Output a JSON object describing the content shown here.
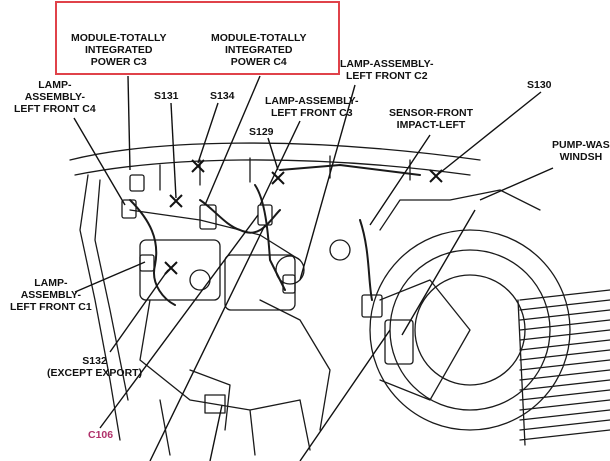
{
  "diagram": {
    "highlight_color": "#e0424a",
    "labels": {
      "module_c3": "MODULE-TOTALLY\nINTEGRATED\nPOWER C3",
      "module_c4": "MODULE-TOTALLY\nINTEGRATED\nPOWER C4",
      "lamp_c4": "LAMP-\nASSEMBLY-\nLEFT FRONT C4",
      "s131": "S131",
      "s134": "S134",
      "lamp_c3": "LAMP-ASSEMBLY-\nLEFT FRONT C3",
      "lamp_c2": "LAMP-ASSEMBLY-\nLEFT FRONT C2",
      "s130": "S130",
      "s129": "S129",
      "sensor": "SENSOR-FRONT\nIMPACT-LEFT",
      "pump": "PUMP-WAS\nWINDSH",
      "lamp_c1": "LAMP-\nASSEMBLY-\nLEFT FRONT C1",
      "s132": "S132\n(EXCEPT EXPORT)",
      "c106": "C106"
    }
  }
}
